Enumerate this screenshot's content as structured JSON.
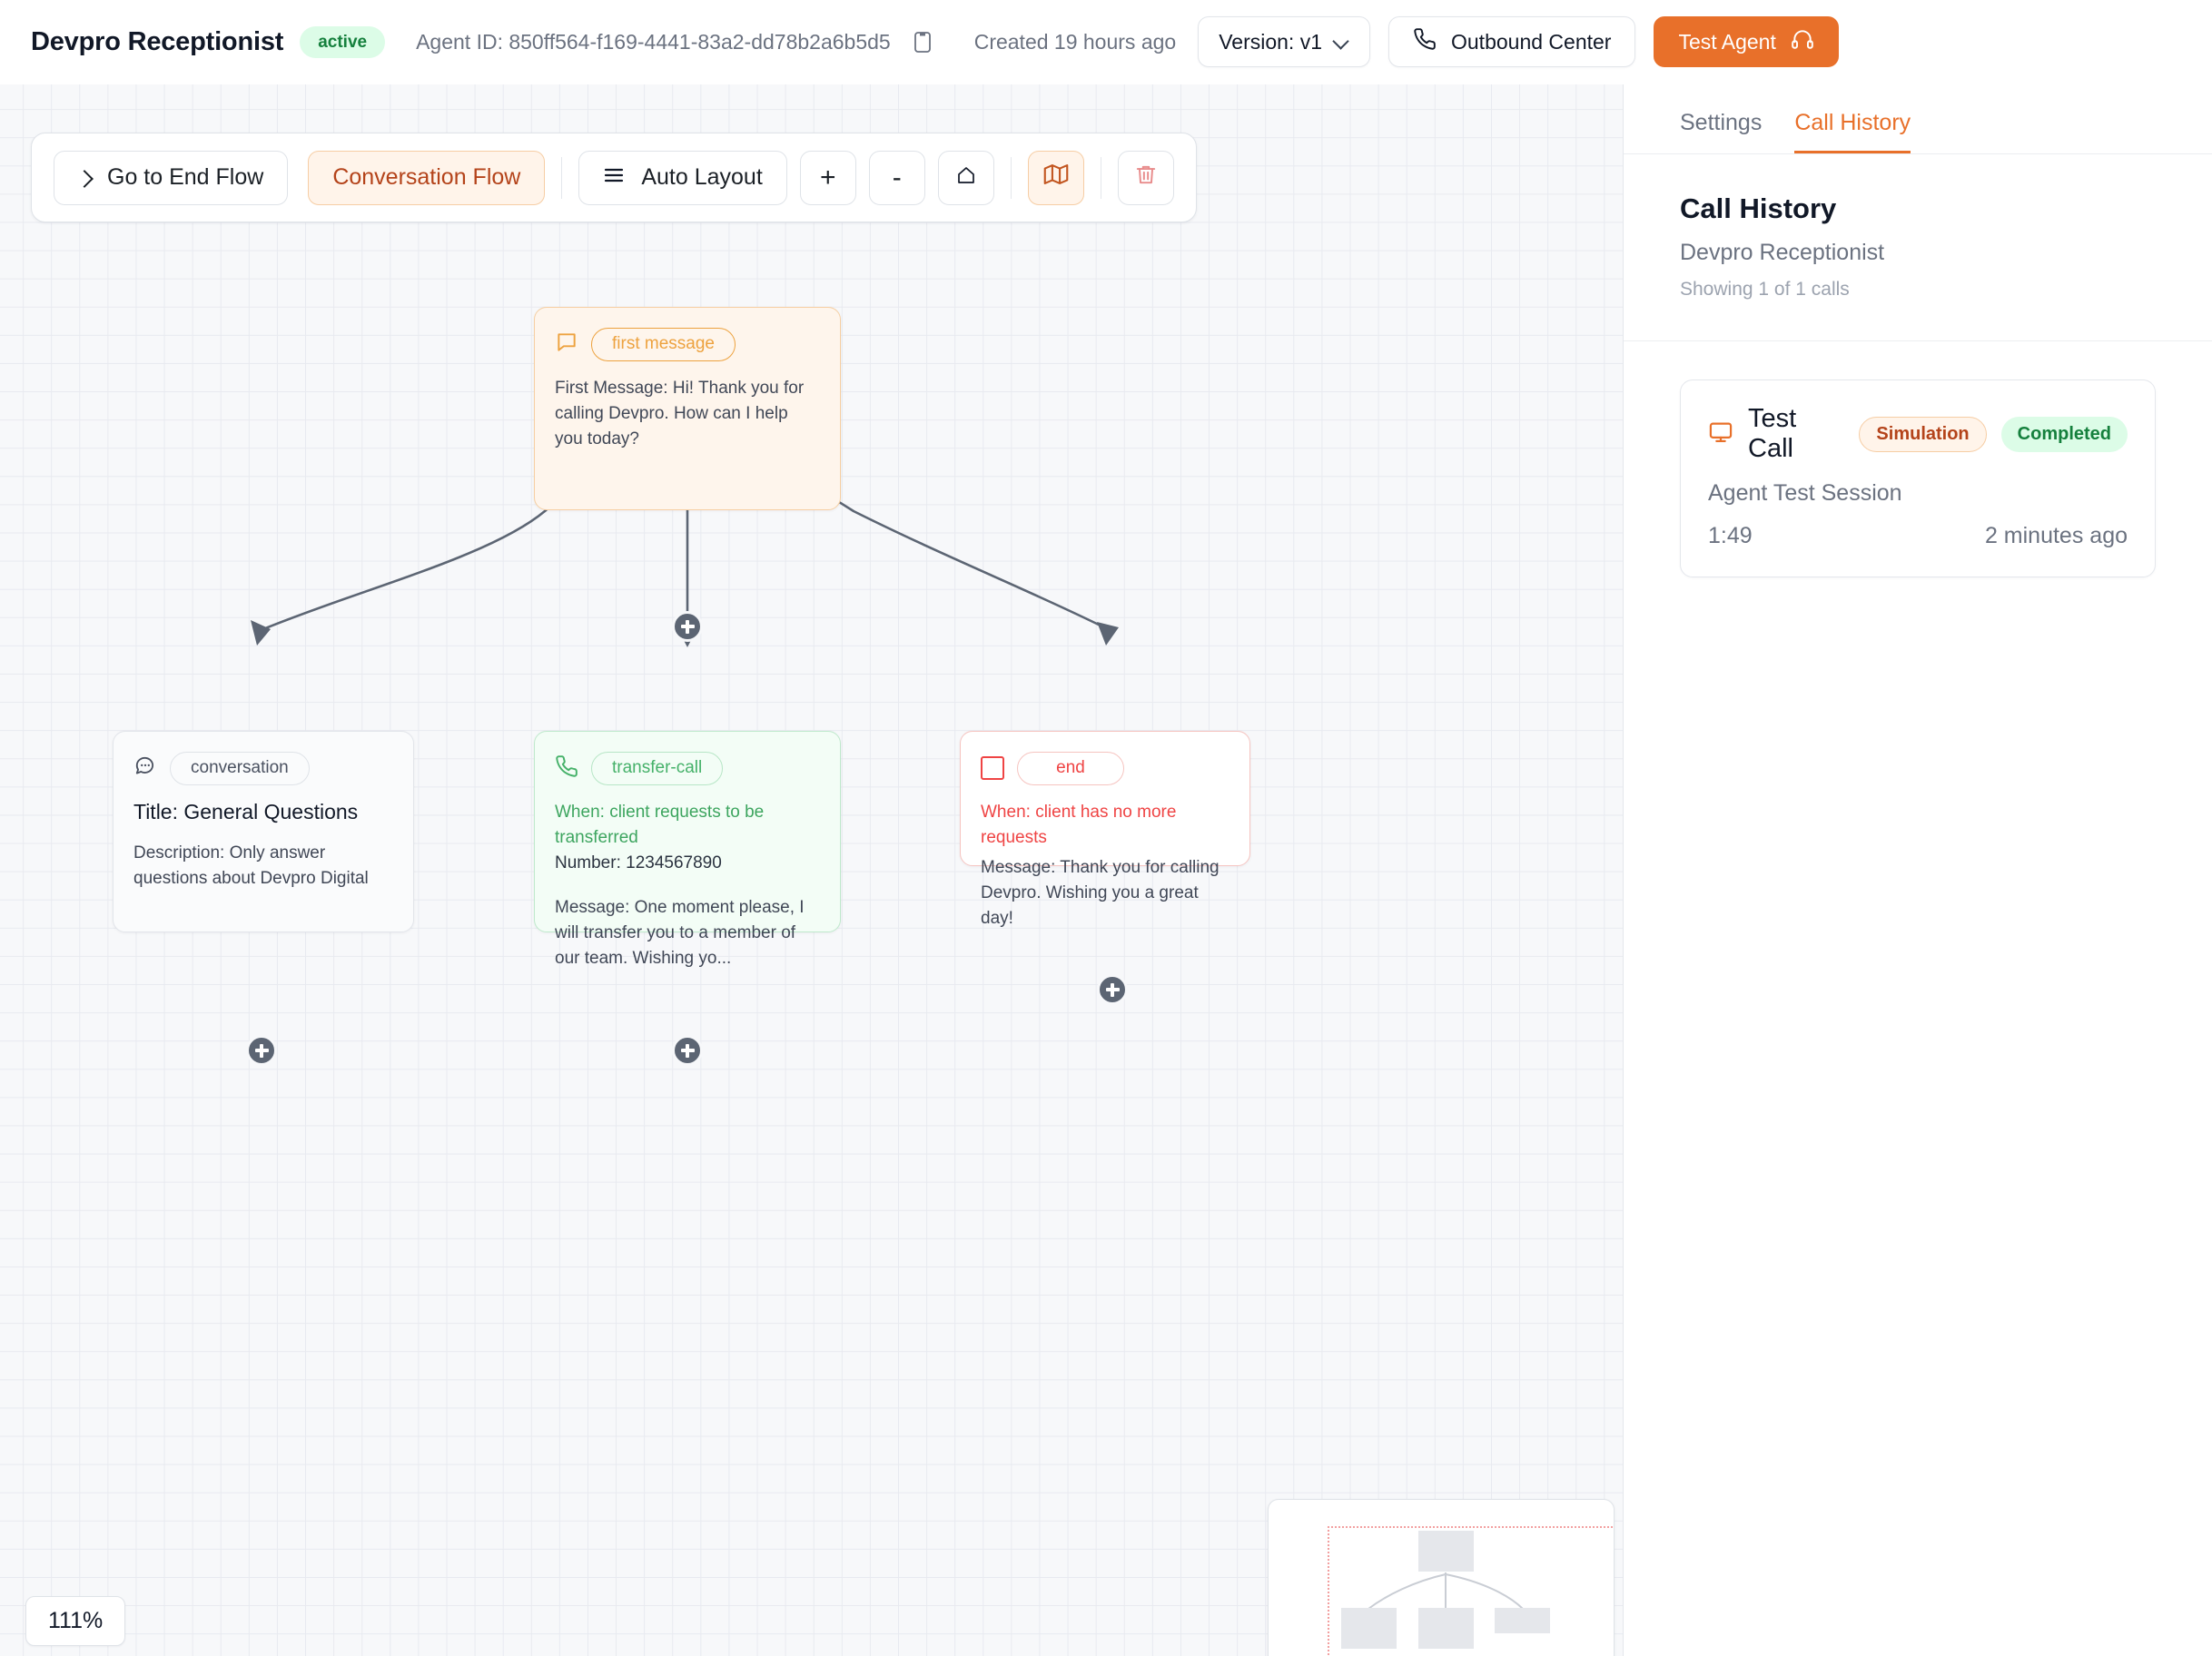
{
  "header": {
    "app_title": "Devpro Receptionist",
    "status_badge": "active",
    "agent_id": "Agent ID: 850ff564-f169-4441-83a2-dd78b2a6b5d5",
    "copy_icon": "clipboard-icon",
    "created": "Created 19 hours ago",
    "version_label": "Version: v1",
    "outbound_label": "Outbound Center",
    "outbound_icon": "phone-icon",
    "test_agent_label": "Test Agent",
    "test_agent_icon": "headset-icon",
    "accent_color": "#e8702a"
  },
  "toolbar": {
    "go_to_end_flow": "Go to End Flow",
    "conversation_flow": "Conversation Flow",
    "auto_layout": "Auto Layout",
    "zoom_in": "+",
    "zoom_out": "-",
    "fit_view": "⌂",
    "minimap_icon": "map-icon",
    "delete_icon": "trash-icon"
  },
  "canvas": {
    "zoom_level": "111%",
    "nodes": [
      {
        "id": "first-message",
        "type": "first message",
        "icon": "message-square-icon",
        "body": "First Message: Hi! Thank you for calling Devpro. How can I help you today?"
      },
      {
        "id": "conversation",
        "type": "conversation",
        "icon": "message-dots-icon",
        "title": "Title: General Questions",
        "body": "Description: Only answer questions about Devpro Digital"
      },
      {
        "id": "transfer-call",
        "type": "transfer-call",
        "icon": "phone-icon",
        "when": "When: client requests to be transferred",
        "number": "Number: 1234567890",
        "body": "Message: One moment please, I will transfer you to a member of our team. Wishing yo..."
      },
      {
        "id": "end",
        "type": "end",
        "icon": "square-icon",
        "when": "When: client has no more requests",
        "body": "Message: Thank you for calling Devpro. Wishing you a great day!"
      }
    ]
  },
  "panel": {
    "tabs": [
      {
        "label": "Settings",
        "active": false
      },
      {
        "label": "Call History",
        "active": true
      }
    ],
    "heading": "Call History",
    "subheading": "Devpro Receptionist",
    "count_note": "Showing 1 of 1 calls",
    "calls": [
      {
        "icon": "monitor-icon",
        "title": "Test Call",
        "type_badge": "Simulation",
        "status_badge": "Completed",
        "session": "Agent Test Session",
        "duration": "1:49",
        "relative_time": "2 minutes ago"
      }
    ]
  }
}
